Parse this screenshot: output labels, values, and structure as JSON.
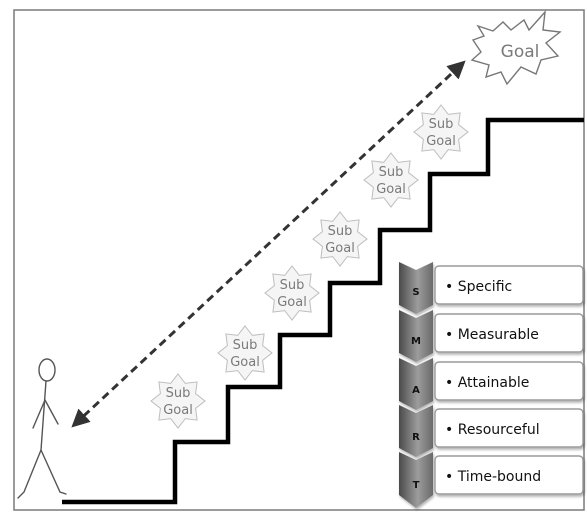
{
  "goal": {
    "label": "Goal"
  },
  "sub_goals": [
    {
      "line1": "Sub",
      "line2": "Goal"
    },
    {
      "line1": "Sub",
      "line2": "Goal"
    },
    {
      "line1": "Sub",
      "line2": "Goal"
    },
    {
      "line1": "Sub",
      "line2": "Goal"
    },
    {
      "line1": "Sub",
      "line2": "Goal"
    },
    {
      "line1": "Sub",
      "line2": "Goal"
    }
  ],
  "smart": [
    {
      "letter": "S",
      "text": "Specific"
    },
    {
      "letter": "M",
      "text": "Measurable"
    },
    {
      "letter": "A",
      "text": "Attainable"
    },
    {
      "letter": "R",
      "text": "Resourceful"
    },
    {
      "letter": "T",
      "text": "Time-bound"
    }
  ],
  "colors": {
    "stair_line": "#000000",
    "arrow": "#333333",
    "chevron_dark": "#4a4a4a",
    "chevron_light": "#a0a0a0",
    "bullet_box_fill": "#ffffff",
    "bullet_box_stroke": "#9a9a9a"
  }
}
